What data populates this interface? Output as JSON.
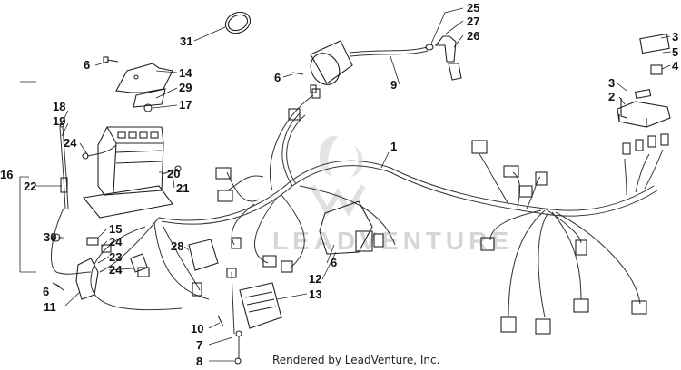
{
  "callouts": [
    {
      "id": "c1",
      "label": "1"
    },
    {
      "id": "c2",
      "label": "2"
    },
    {
      "id": "c3a",
      "label": "3"
    },
    {
      "id": "c3b",
      "label": "3"
    },
    {
      "id": "c4",
      "label": "4"
    },
    {
      "id": "c5",
      "label": "5"
    },
    {
      "id": "c6a",
      "label": "6"
    },
    {
      "id": "c6b",
      "label": "6"
    },
    {
      "id": "c6c",
      "label": "6"
    },
    {
      "id": "c6d",
      "label": "6"
    },
    {
      "id": "c7",
      "label": "7"
    },
    {
      "id": "c8",
      "label": "8"
    },
    {
      "id": "c9",
      "label": "9"
    },
    {
      "id": "c10",
      "label": "10"
    },
    {
      "id": "c11",
      "label": "11"
    },
    {
      "id": "c12",
      "label": "12"
    },
    {
      "id": "c13",
      "label": "13"
    },
    {
      "id": "c14",
      "label": "14"
    },
    {
      "id": "c15",
      "label": "15"
    },
    {
      "id": "c16",
      "label": "16"
    },
    {
      "id": "c17",
      "label": "17"
    },
    {
      "id": "c18",
      "label": "18"
    },
    {
      "id": "c19",
      "label": "19"
    },
    {
      "id": "c20",
      "label": "20"
    },
    {
      "id": "c21",
      "label": "21"
    },
    {
      "id": "c22",
      "label": "22"
    },
    {
      "id": "c23",
      "label": "23"
    },
    {
      "id": "c24a",
      "label": "24"
    },
    {
      "id": "c24b",
      "label": "24"
    },
    {
      "id": "c24c",
      "label": "24"
    },
    {
      "id": "c25",
      "label": "25"
    },
    {
      "id": "c26",
      "label": "26"
    },
    {
      "id": "c27",
      "label": "27"
    },
    {
      "id": "c28",
      "label": "28"
    },
    {
      "id": "c29",
      "label": "29"
    },
    {
      "id": "c30",
      "label": "30"
    },
    {
      "id": "c31",
      "label": "31"
    }
  ],
  "credit": "Rendered by LeadVenture, Inc.",
  "watermark": "LEADVENTURE"
}
